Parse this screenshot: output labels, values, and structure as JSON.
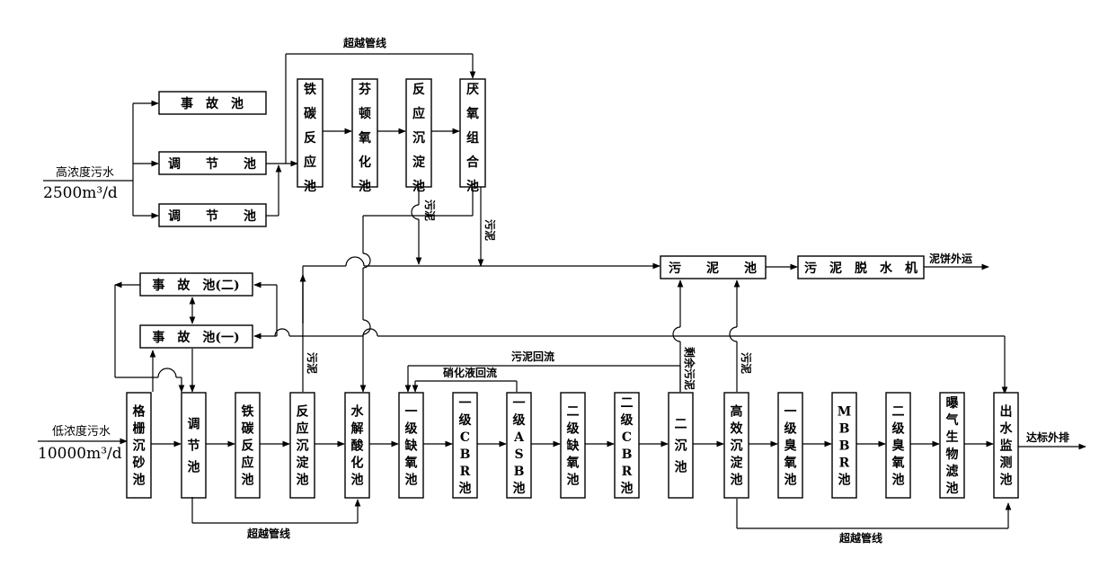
{
  "inlets": {
    "high": {
      "name": "高浓度污水",
      "flow": "2500m³/d"
    },
    "low": {
      "name": "低浓度污水",
      "flow": "10000m³/d"
    }
  },
  "upper": {
    "accident": "事　故　池",
    "regulate1": "调　　节　　池",
    "regulate2": "调　　节　　池",
    "fe_c": "铁碳反应池",
    "fenton": "芬顿氧化池",
    "settle": "反应沉淀池",
    "anaerobic": "厌氧组合池",
    "bypass": "超越管线"
  },
  "lower": {
    "accident2": "事　故　池(二)",
    "accident1": "事　故　池(一)",
    "grit": "格栅沉砂池",
    "regulate": "调节池",
    "fe_c": "铁碳反应池",
    "settle": "反应沉淀池",
    "hydrolysis": "水解酸化池",
    "anoxic1": "一级缺氧池",
    "cbr1": "一级CBR池",
    "asb1": "一级ASB池",
    "anoxic2": "二级缺氧池",
    "cbr2": "二级CBR池",
    "sec_settle": "二沉池",
    "hi_settle": "高效沉淀池",
    "ozone1": "一级臭氧池",
    "mbbr": "MBBR池",
    "ozone2": "二级臭氧池",
    "baf": "曝气生物滤池",
    "monitor": "出水监测池"
  },
  "sludge": {
    "tank": "污　　泥　　池",
    "dewater": "污　泥　脱　水　机",
    "cake_out": "泥饼外运"
  },
  "notes": {
    "sludge_return": "污泥回流",
    "nitrate_return": "硝化液回流",
    "bypass_bottom_left": "超越管线",
    "bypass_bottom_right": "超越管线",
    "discharge": "达标外排",
    "sludge_a": "污泥",
    "sludge_b": "污泥",
    "sludge_c": "污泥",
    "sludge_d": "污泥",
    "surplus_sludge": "剩余污泥"
  }
}
